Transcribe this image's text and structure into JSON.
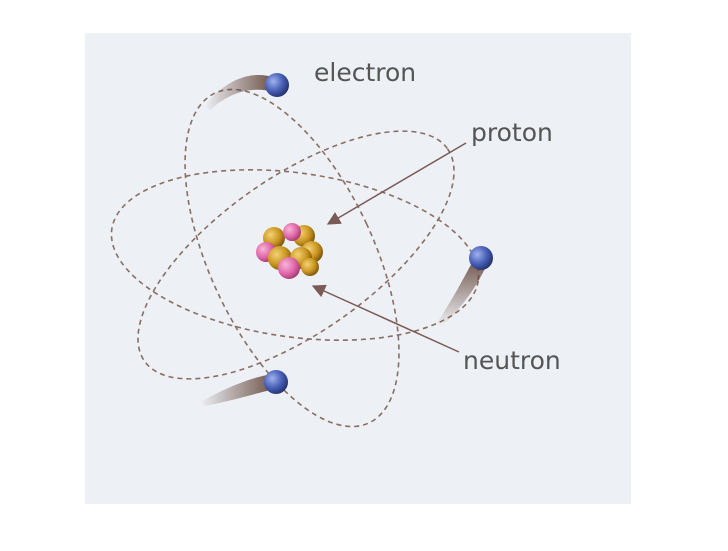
{
  "labels": {
    "electron": "electron",
    "proton": "proton",
    "neutron": "neutron"
  },
  "colors": {
    "panel": "#edf0f5",
    "orbit": "#8a6e62",
    "electron": "#4a62b8",
    "electron_trail": "#5a3a2c",
    "proton": "#e066a8",
    "neutron": "#c9951f",
    "text": "#555555",
    "arrow": "#7a5a54"
  },
  "icons": {
    "electron": "blue-sphere",
    "nucleus": "clustered-spheres"
  }
}
